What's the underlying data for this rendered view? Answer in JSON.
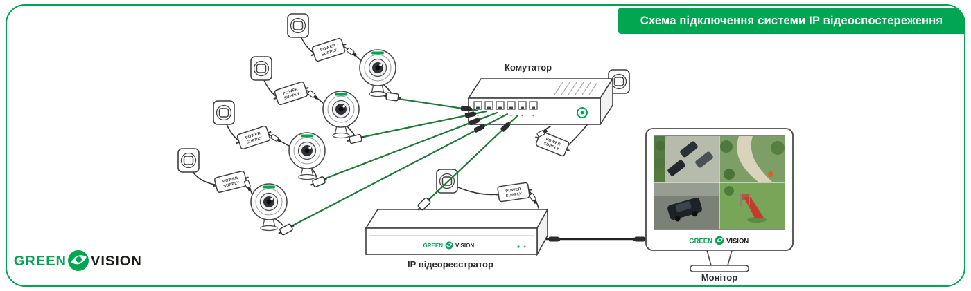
{
  "banner": {
    "title": "Схема підключення системи IP відеоспостереження"
  },
  "labels": {
    "switch": "Комутатор",
    "recorder": "IP відеореєстратор",
    "monitor": "Монітор"
  },
  "psu": {
    "line1": "POWER",
    "line2": "SUPPLY"
  },
  "brand": {
    "green": "GREEN",
    "vision": "VISION"
  },
  "colors": {
    "brand_green": "#00A651",
    "cable_green": "#1E7A3A",
    "device_outline": "#3F3F3F"
  },
  "component_counts": {
    "cameras": 4,
    "power_supplies": 6,
    "wall_outlets": 6
  },
  "monitor_views": [
    "parking-cars-view",
    "garden-path-view",
    "driveway-car-view",
    "playground-slide-view"
  ]
}
